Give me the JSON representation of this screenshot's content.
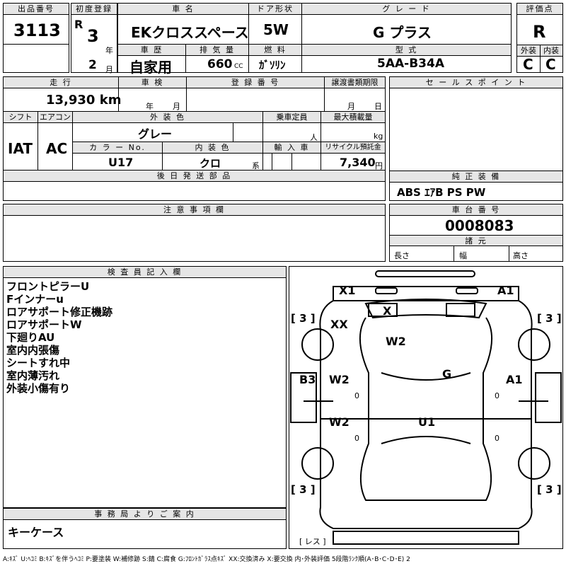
{
  "header": {
    "lot_label": "出品番号",
    "lot": "3113",
    "first_reg_label": "初度登録",
    "era": "R",
    "year": "3",
    "year_unit": "年",
    "month": "2",
    "month_unit": "月",
    "car_name_label": "車 名",
    "car_name": "EKクロススペース",
    "history_label": "車 歴",
    "history": "自家用",
    "displacement_label": "排 気 量",
    "displacement": "660",
    "cc": "CC",
    "door_label": "ドア形状",
    "door": "5W",
    "fuel_label": "燃 料",
    "fuel": "ｶﾞｿﾘﾝ",
    "grade_label": "グ レ ー ド",
    "grade": "G プラス",
    "model_label": "型 式",
    "model": "5AA-B34A",
    "score_label": "評価点",
    "score": "R",
    "ext_label": "外装",
    "ext": "C",
    "int_label": "内装",
    "int": "C"
  },
  "row2": {
    "mileage_label": "走 行",
    "mileage": "13,930 km",
    "inspection_label": "車 検",
    "insp_year": "年",
    "insp_month": "月",
    "reg_no_label": "登 録 番 号",
    "transfer_label": "譲渡書類期限",
    "tr_month": "月",
    "tr_day": "日",
    "shift_label": "シフト",
    "shift": "IAT",
    "ac_label": "エアコン",
    "ac": "AC",
    "color_label": "外 装 色",
    "color": "グレー",
    "capacity_label": "乗車定員",
    "capacity_unit": "人",
    "load_label": "最大積載量",
    "load_unit": "kg",
    "color_no_label": "カ ラ ー No.",
    "color_no": "U17",
    "interior_label": "内 装 色",
    "interior": "クロ",
    "interior_unit": "系",
    "import_label": "輸 入 車",
    "recycle_label": "リサイクル預託金",
    "recycle": "7,340",
    "recycle_unit": "円"
  },
  "sales_points_label": "セ ー ル ス ポ イ ン ト",
  "later_parts_label": "後 日 発 送 部 品",
  "equipment_label": "純 正 装 備",
  "equipment": "ABS ｴｱB PS PW",
  "notes_label": "注 意 事 項 欄",
  "chassis_label": "車 台 番 号",
  "chassis": "0008083",
  "specs_label": "諸 元",
  "length": "長さ",
  "width": "幅",
  "height": "高さ",
  "inspector_label": "検 査 員 記 入 欄",
  "inspector_notes": [
    "フロントピラーU",
    "Fインナーu",
    "ロアサポート修正機跡",
    "ロアサポートW",
    "下廻りAU",
    "室内内張傷",
    "シートすれ中",
    "室内薄汚れ",
    "外装小傷有り"
  ],
  "office_label": "事 務 局 よ り ご 案 内",
  "office_note": "キーケース",
  "diagram": {
    "marks": [
      "X1",
      "A1",
      "X",
      "XX",
      "W2",
      "G",
      "B3",
      "W2",
      "A1",
      "W2",
      "U1"
    ],
    "tread": [
      "3",
      "3",
      "3",
      "3"
    ],
    "zeros": [
      "0",
      "0",
      "0",
      "0"
    ],
    "less": "レス"
  },
  "legend": "A:ｷｽﾞ U:ﾍｺﾐ B:ｷｽﾞを伴うﾍｺﾐ P:要塗装 W:補修跡 S:錆 C:腐食 G:ﾌﾛﾝﾄｶﾞﾗｽ点ｷｽﾞ XX:交換済み X:要交換 内･外装評価 5段階ﾗﾝｸ順(A･B･C･D･E) 2"
}
